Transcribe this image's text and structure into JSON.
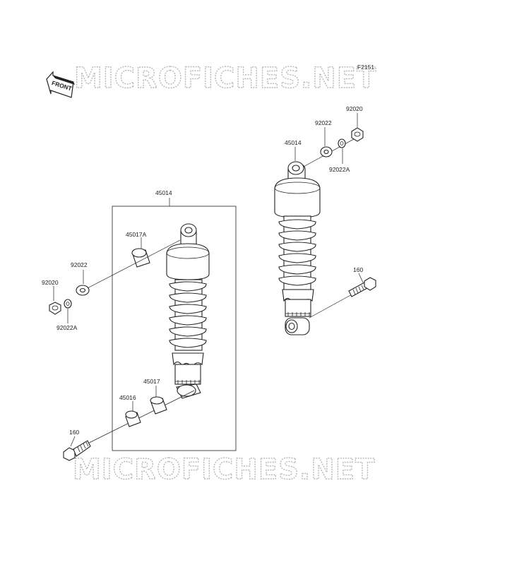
{
  "watermark": {
    "text_top": "MICROFICHES.NET",
    "text_bottom": "MICROFICHES.NET"
  },
  "figure_code": "F2151",
  "front_arrow_label": "FRONT",
  "part_labels": {
    "p45014_left": "45014",
    "p45017a": "45017A",
    "p92022_left": "92022",
    "p92020_left": "92020",
    "p92022a_left": "92022A",
    "p45017": "45017",
    "p45016": "45016",
    "p160_left": "160",
    "p45014_right": "45014",
    "p92022_right": "92022",
    "p92020_right": "92020",
    "p92022a_right": "92022A",
    "p160_right": "160"
  },
  "icons": [
    "front-arrow-icon",
    "shock-absorber-icon",
    "bolt-icon",
    "nut-icon",
    "washer-icon",
    "bushing-icon"
  ]
}
